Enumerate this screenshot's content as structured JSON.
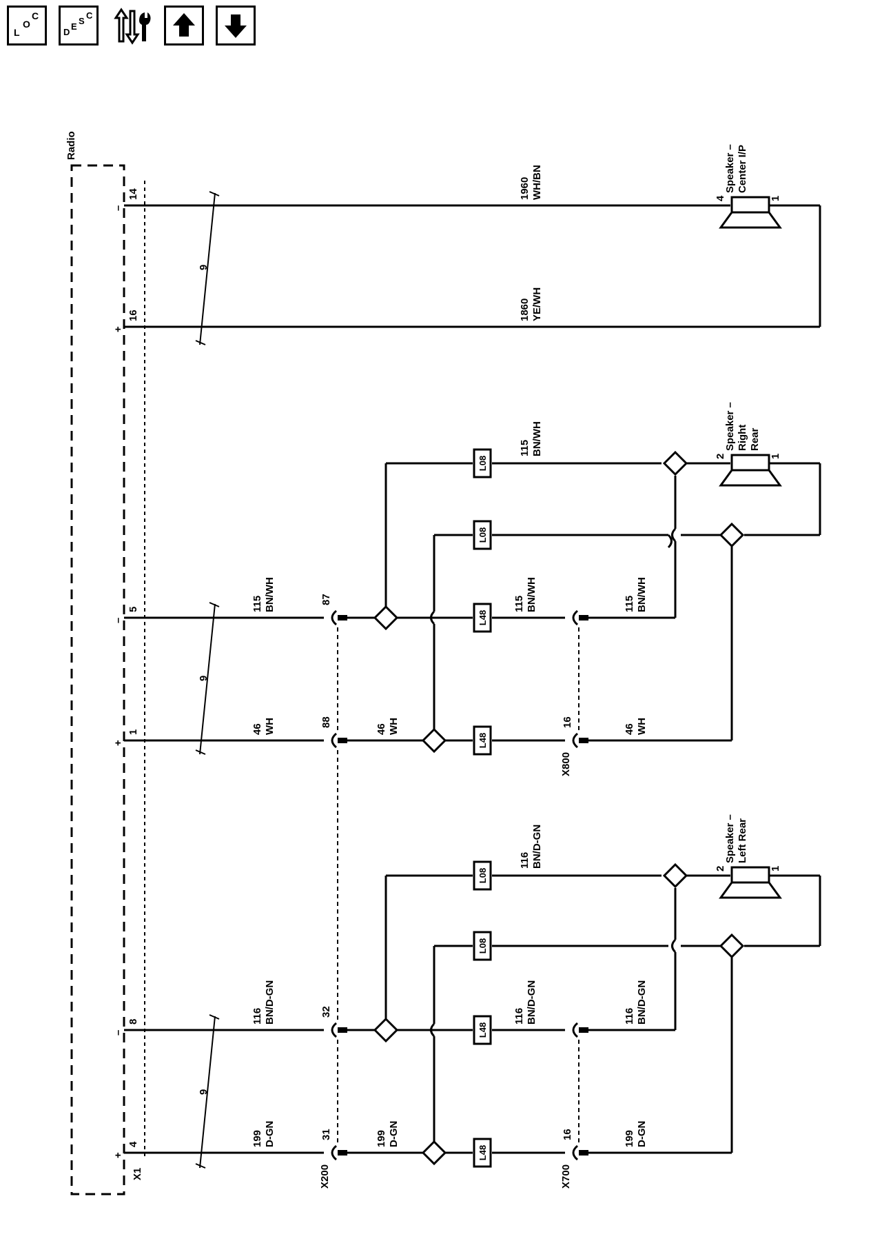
{
  "toolbar": {
    "loc": {
      "l": "L",
      "o": "O",
      "c": "C"
    },
    "desc": {
      "d": "D",
      "e": "E",
      "s": "S",
      "c": "C"
    }
  },
  "diagram": {
    "module": "Radio",
    "connector": "X1",
    "bundle_count": "9",
    "inline_connectors": [
      "X200",
      "X800",
      "X700"
    ],
    "center": {
      "speaker": [
        "Speaker –",
        "Center I/P"
      ],
      "spk_pin_a": "4",
      "spk_pin_b": "1",
      "w1": {
        "pin": "14",
        "sign": "–",
        "circuit": "1960",
        "color": "WH/BN"
      },
      "w2": {
        "pin": "16",
        "sign": "+",
        "circuit": "1860",
        "color": "YE/WH"
      }
    },
    "right_rear": {
      "speaker": [
        "Speaker –",
        "Right",
        "Rear"
      ],
      "spk_pin_a": "2",
      "spk_pin_b": "1",
      "neg": {
        "pin": "5",
        "sign": "–",
        "circuit": "115",
        "color": "BN/WH",
        "x200_pin": "87",
        "x_pin": "",
        "opt": "L48"
      },
      "pos": {
        "pin": "1",
        "sign": "+",
        "circuit": "46",
        "color": "WH",
        "x200_pin": "88",
        "x_pin": "16",
        "opt": "L48"
      },
      "upper": {
        "circuit": "115",
        "color": "BN/WH",
        "opt": "L08"
      },
      "lower": {
        "opt": "L08"
      }
    },
    "left_rear": {
      "speaker": [
        "Speaker –",
        "Left Rear"
      ],
      "spk_pin_a": "2",
      "spk_pin_b": "1",
      "neg": {
        "pin": "8",
        "sign": "–",
        "circuit": "116",
        "color": "BN/D-GN",
        "x200_pin": "32",
        "x_pin": "",
        "opt": "L48"
      },
      "pos": {
        "pin": "4",
        "sign": "+",
        "circuit": "199",
        "color": "D-GN",
        "x200_pin": "31",
        "x_pin": "16",
        "opt": "L48"
      },
      "upper": {
        "circuit": "116",
        "color": "BN/D-GN",
        "opt": "L08"
      },
      "lower": {
        "opt": "L08"
      }
    }
  }
}
